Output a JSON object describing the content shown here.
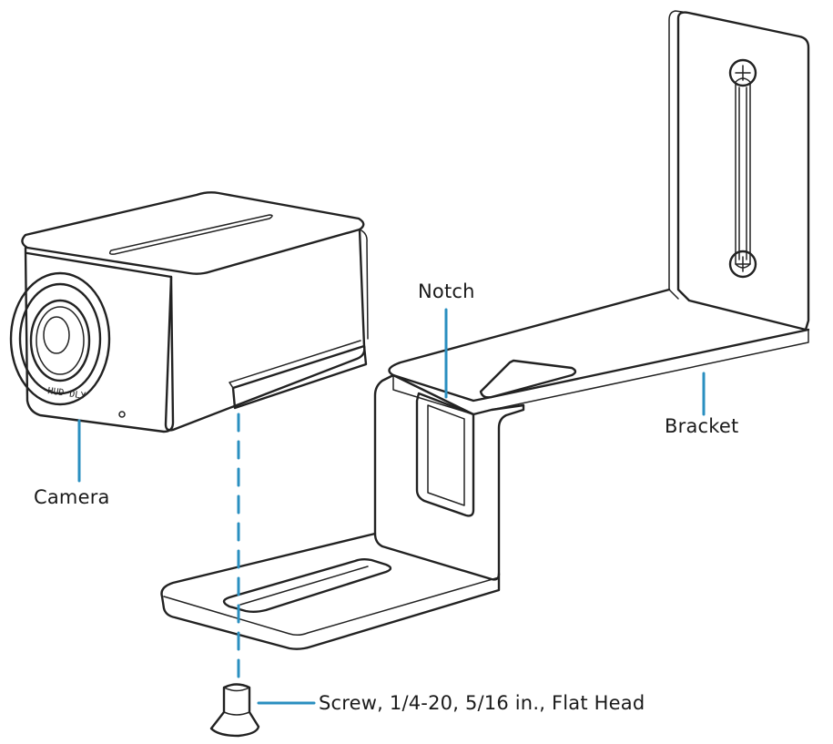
{
  "labels": {
    "notch": "Notch",
    "bracket": "Bracket",
    "camera": "Camera",
    "screw": "Screw, 1/4-20, 5/16 in., Flat Head",
    "camera_brand": "HUD DLY"
  },
  "colors": {
    "leader": "#2a8fc0",
    "ink": "#222222",
    "background": "#ffffff"
  }
}
